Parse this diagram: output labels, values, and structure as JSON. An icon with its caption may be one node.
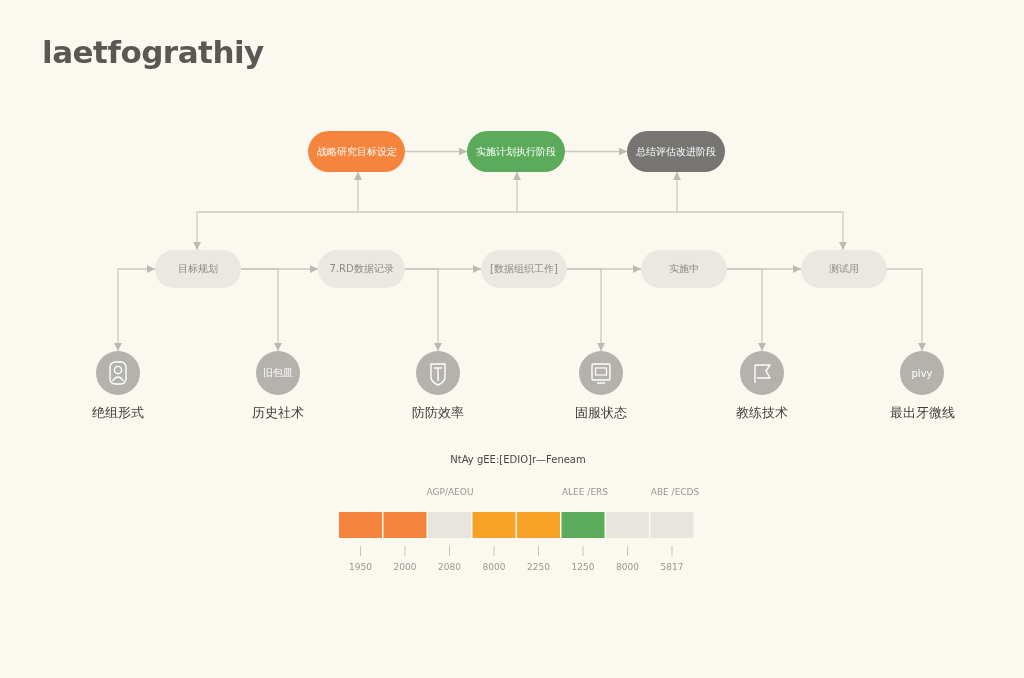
{
  "diagram": {
    "title": "laetfograthiy",
    "nodes": [
      {
        "text": [
          "战略研究目标设定"
        ]
      },
      {
        "text": [
          "实施计划执行阶段"
        ]
      },
      {
        "text": [
          "总结评估改进阶段"
        ]
      },
      {
        "text": [
          "目标规划"
        ]
      },
      {
        "text": [
          "7.RD数据记录"
        ]
      },
      {
        "text": [
          "[数据组织工作]"
        ]
      },
      {
        "text": [
          "实施中"
        ]
      },
      {
        "text": [
          "测试用"
        ]
      },
      {
        "text": [
          "绝组形式"
        ]
      },
      {
        "text": [
          "旧包皿",
          "历史社术"
        ]
      },
      {
        "text": [
          "防防效率"
        ]
      },
      {
        "text": [
          "固服状态"
        ]
      },
      {
        "text": [
          "教练技术"
        ]
      },
      {
        "text": [
          "pivy",
          "最出牙微线"
        ]
      }
    ],
    "edges": [
      {
        "from": 0,
        "to": 1,
        "arrow": "to"
      },
      {
        "from": 1,
        "to": 2,
        "arrow": "to"
      },
      {
        "from": null,
        "to": 0,
        "arrow": "to"
      },
      {
        "from": null,
        "to": 1,
        "arrow": "to"
      },
      {
        "from": null,
        "to": 2,
        "arrow": "to"
      },
      {
        "from": null,
        "to": 3,
        "arrow": "to"
      },
      {
        "from": null,
        "to": 7,
        "arrow": "to"
      },
      {
        "from": 3,
        "to": 8,
        "arrow": "both"
      },
      {
        "from": 3,
        "to": 4,
        "arrow": "to"
      },
      {
        "from": 3,
        "to": 9,
        "arrow": "to"
      },
      {
        "from": 4,
        "to": 5,
        "arrow": "to"
      },
      {
        "from": 4,
        "to": 10,
        "arrow": "to"
      },
      {
        "from": 5,
        "to": 6,
        "arrow": "to"
      },
      {
        "from": 5,
        "to": 11,
        "arrow": "to"
      },
      {
        "from": 6,
        "to": 7,
        "arrow": "to"
      },
      {
        "from": 6,
        "to": 12,
        "arrow": "to"
      },
      {
        "from": 7,
        "to": 13,
        "arrow": "to"
      }
    ],
    "labels": [
      "NtAy gEE:[EDIO]r—Feneam",
      "AGP/AEOU",
      "ALEE /ERS",
      "ABE /ECDS",
      "1950",
      "2000",
      "2080",
      "8000",
      "2250",
      "1250",
      "8000",
      "5817"
    ]
  }
}
